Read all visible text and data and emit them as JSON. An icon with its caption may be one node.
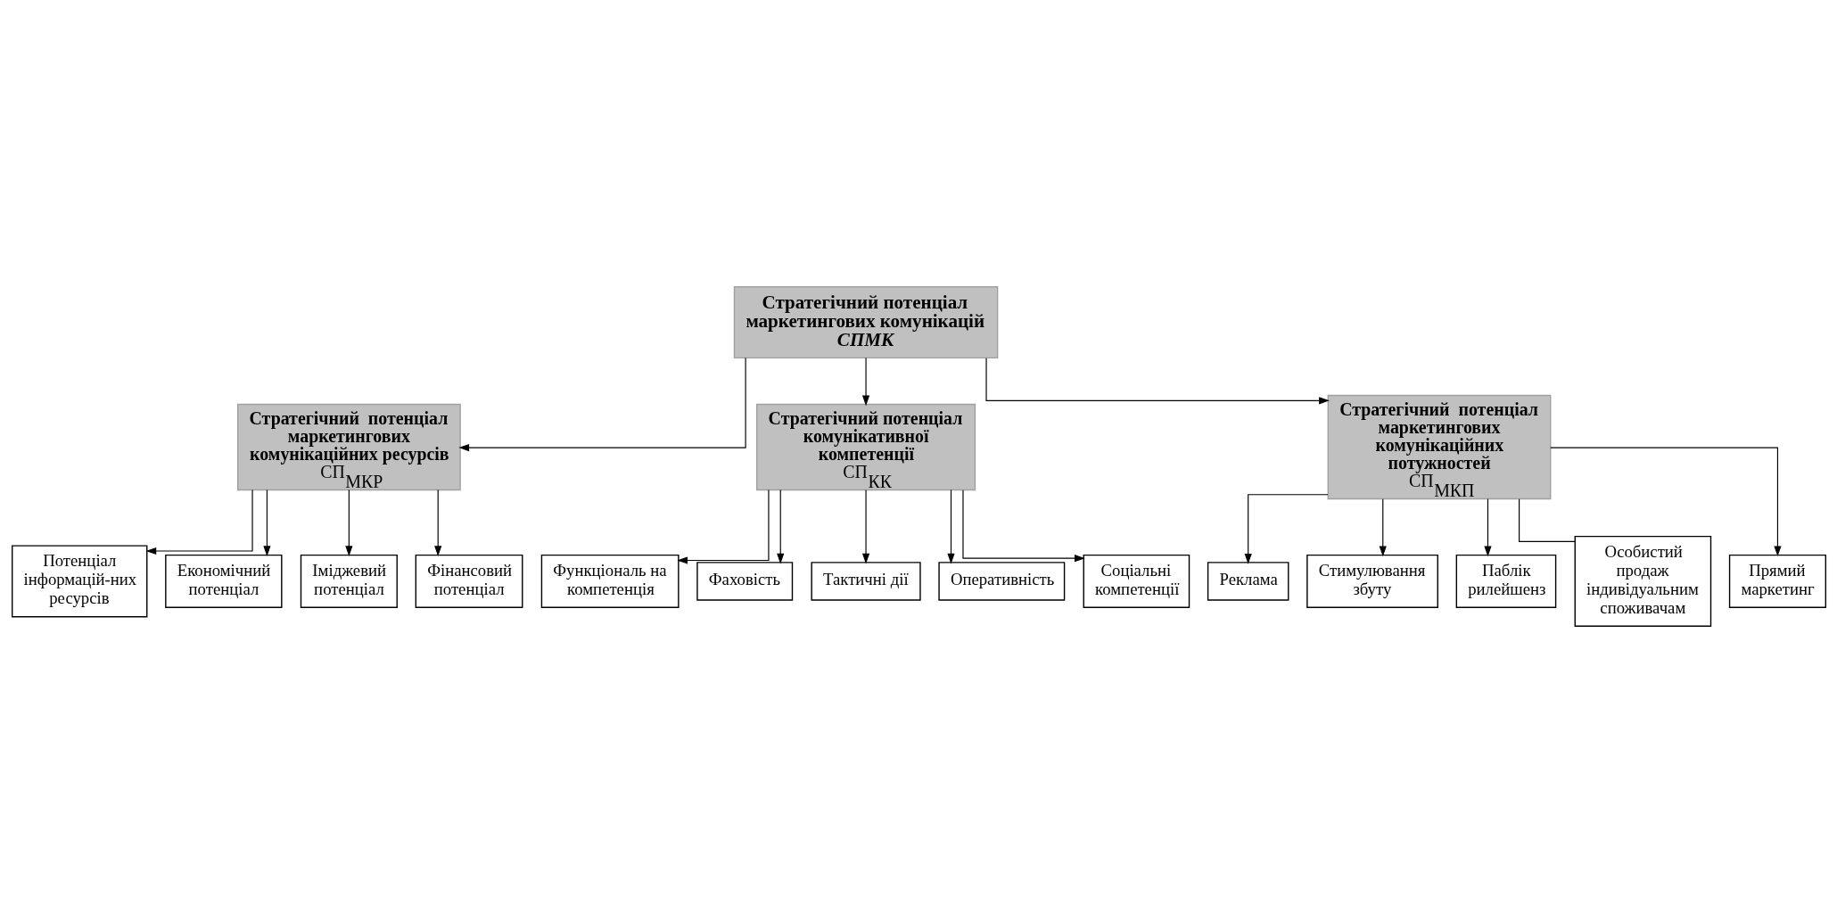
{
  "diagram": {
    "nodes": [
      {
        "text": [
          "Стратегічний потенціал маркетингових комунікацій",
          "СПМК"
        ]
      },
      {
        "text": [
          "Стратегічний  потенціал маркетингових комунікаційних ресурсів",
          "СП$_{МКР}$"
        ]
      },
      {
        "text": [
          "Стратегічний потенціал комунікативної компетенції",
          "СП$_{КК}$"
        ]
      },
      {
        "text": [
          "Стратегічний  потенціал маркетингових комунікаційних потужностей",
          "СП$_{МКП}$"
        ]
      },
      {
        "text": [
          "Потенціал інформацій-них ресурсів"
        ]
      },
      {
        "text": [
          "Економічний потенціал"
        ]
      },
      {
        "text": [
          "Іміджевий потенціал"
        ]
      },
      {
        "text": [
          "Фінансовий потенціал"
        ]
      },
      {
        "text": [
          "Функціональ на компетенція"
        ]
      },
      {
        "text": [
          "Фаховість"
        ]
      },
      {
        "text": [
          "Тактичні дії"
        ]
      },
      {
        "text": [
          "Оперативність"
        ]
      },
      {
        "text": [
          "Соціальні компетенції"
        ]
      },
      {
        "text": [
          "Реклама"
        ]
      },
      {
        "text": [
          "Стимулювання збуту"
        ]
      },
      {
        "text": [
          "Паблік рилейшенз"
        ]
      },
      {
        "text": [
          "Особистий продаж індивідуальним споживачам"
        ]
      },
      {
        "text": [
          "Прямий маркетинг"
        ]
      }
    ],
    "edges": [
      {
        "from": 0,
        "to": 1,
        "arrow": "to"
      },
      {
        "from": 0,
        "to": 2,
        "arrow": "to"
      },
      {
        "from": 0,
        "to": 3,
        "arrow": "to"
      },
      {
        "from": 1,
        "to": 4,
        "arrow": "to"
      },
      {
        "from": 1,
        "to": 5,
        "arrow": "to"
      },
      {
        "from": 1,
        "to": 6,
        "arrow": "to"
      },
      {
        "from": 1,
        "to": 7,
        "arrow": "to"
      },
      {
        "from": 2,
        "to": 8,
        "arrow": "to"
      },
      {
        "from": 2,
        "to": 9,
        "arrow": "to"
      },
      {
        "from": 2,
        "to": 10,
        "arrow": "to"
      },
      {
        "from": 2,
        "to": 11,
        "arrow": "to"
      },
      {
        "from": 2,
        "to": 12,
        "arrow": "to"
      },
      {
        "from": 3,
        "to": 13,
        "arrow": "to"
      },
      {
        "from": 3,
        "to": 14,
        "arrow": "to"
      },
      {
        "from": 3,
        "to": 15,
        "arrow": "to"
      },
      {
        "from": 3,
        "to": 16,
        "arrow": "none"
      },
      {
        "from": 3,
        "to": 17,
        "arrow": "to"
      }
    ]
  }
}
